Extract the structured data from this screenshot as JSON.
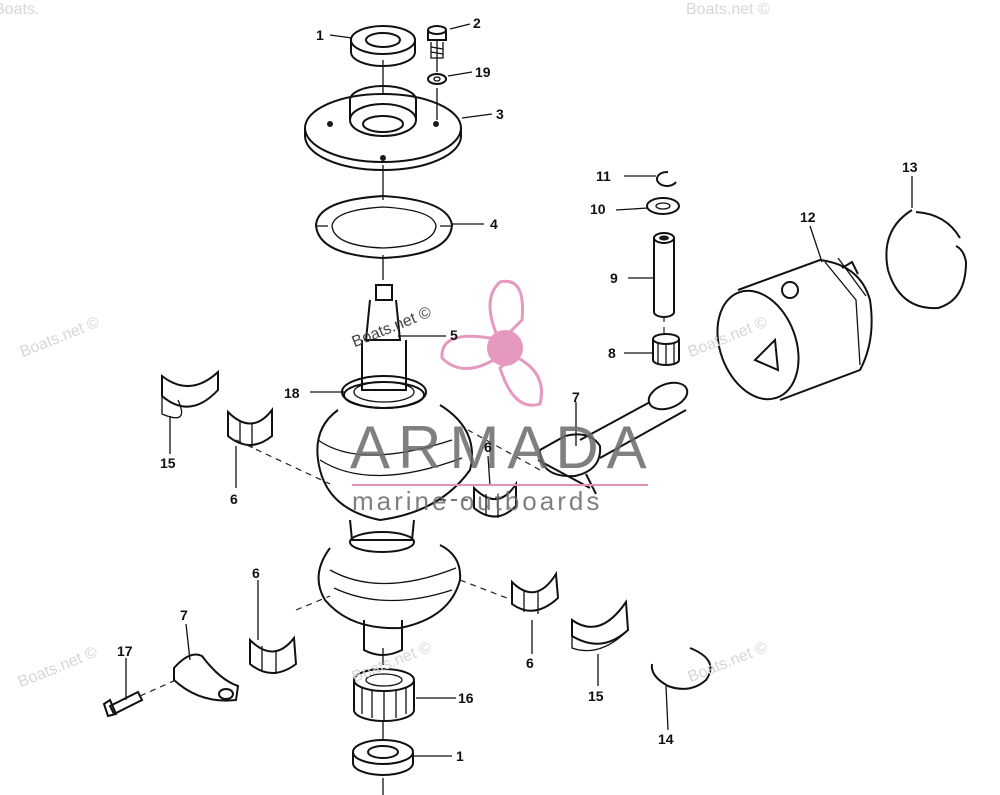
{
  "watermarks": {
    "top_left": "Boats.",
    "top_right": "Boats.net ©",
    "mid_left": "Boats.net ©",
    "mid_center": "Boats.net ©",
    "mid_right": "Boats.net ©",
    "low_left": "Boats.net ©",
    "low_center": "Boats.net ©",
    "low_right": "Boats.net ©"
  },
  "brand": {
    "name": "ARMADA",
    "tagline": "marine outboards",
    "accent_color": "#e48fb8"
  },
  "callouts": {
    "c1_top": "1",
    "c2": "2",
    "c19": "19",
    "c3": "3",
    "c4": "4",
    "c11": "11",
    "c10": "10",
    "c9": "9",
    "c8": "8",
    "c12": "12",
    "c13": "13",
    "c5": "5",
    "c18": "18",
    "c7_right": "7",
    "c6_mid": "6",
    "c15_left": "15",
    "c6_left": "6",
    "c6_low": "6",
    "c7_left": "7",
    "c17": "17",
    "c16": "16",
    "c1_bottom": "1",
    "c6_right": "6",
    "c15_right": "15",
    "c14": "14"
  }
}
